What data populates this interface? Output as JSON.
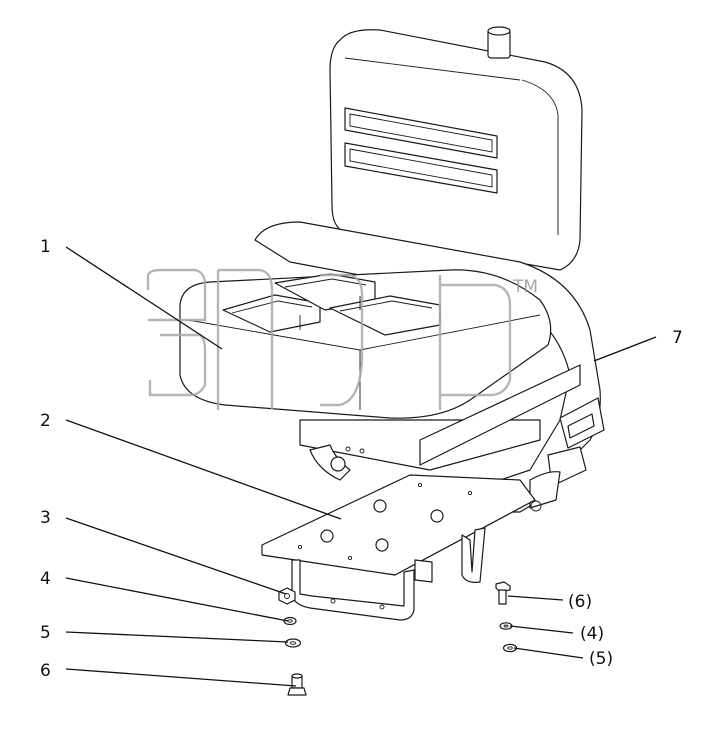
{
  "diagram": {
    "callouts": [
      {
        "id": "1",
        "text": "1"
      },
      {
        "id": "2",
        "text": "2"
      },
      {
        "id": "3",
        "text": "3"
      },
      {
        "id": "4",
        "text": "4"
      },
      {
        "id": "5",
        "text": "5"
      },
      {
        "id": "6",
        "text": "6"
      },
      {
        "id": "7",
        "text": "7"
      },
      {
        "id": "6b",
        "text": "(6)"
      },
      {
        "id": "4b",
        "text": "(4)"
      },
      {
        "id": "5b",
        "text": "(5)"
      }
    ],
    "watermark": {
      "trademark": "TM"
    }
  }
}
